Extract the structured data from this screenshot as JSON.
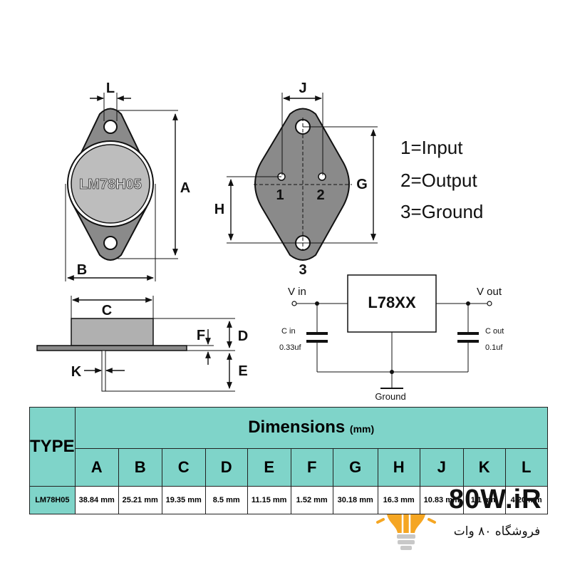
{
  "package_front": {
    "marking": "LM78H05",
    "dim_letters": {
      "l": "L",
      "a": "A",
      "b": "B"
    }
  },
  "package_pins": {
    "dim_letters": {
      "j": "J",
      "g": "G",
      "h": "H"
    },
    "pin_numbers": {
      "p1": "1",
      "p2": "2",
      "p3": "3"
    }
  },
  "pin_legend": [
    "1=Input",
    "2=Output",
    "3=Ground"
  ],
  "package_side": {
    "dim_letters": {
      "c": "C",
      "f": "F",
      "d": "D",
      "e": "E",
      "k": "K"
    }
  },
  "circuit": {
    "regulator": "L78XX",
    "vin": "V in",
    "vout": "V out",
    "cin_name": "C in",
    "cin_value": "0.33uf",
    "cout_name": "C out",
    "cout_value": "0.1uf",
    "ground": "Ground"
  },
  "table": {
    "type_header": "TYPE",
    "dims_header": "Dimensions",
    "dims_unit": "(mm)",
    "columns": [
      "A",
      "B",
      "C",
      "D",
      "E",
      "F",
      "G",
      "H",
      "J",
      "K",
      "L"
    ],
    "rows": [
      {
        "type": "LM78H05",
        "values": [
          "38.84 mm",
          "25.21 mm",
          "19.35 mm",
          "8.5 mm",
          "11.15 mm",
          "1.52 mm",
          "30.18 mm",
          "16.3 mm",
          "10.83 mm",
          "1.1 mm",
          "4.20 mm"
        ]
      }
    ]
  },
  "logo": {
    "name": "80W.iR",
    "subtitle": "فروشگاه ۸۰ وات"
  },
  "colors": {
    "package_gray": "#8a8a8a",
    "table_teal": "#7fd4c9",
    "logo_orange": "#f5a623"
  }
}
